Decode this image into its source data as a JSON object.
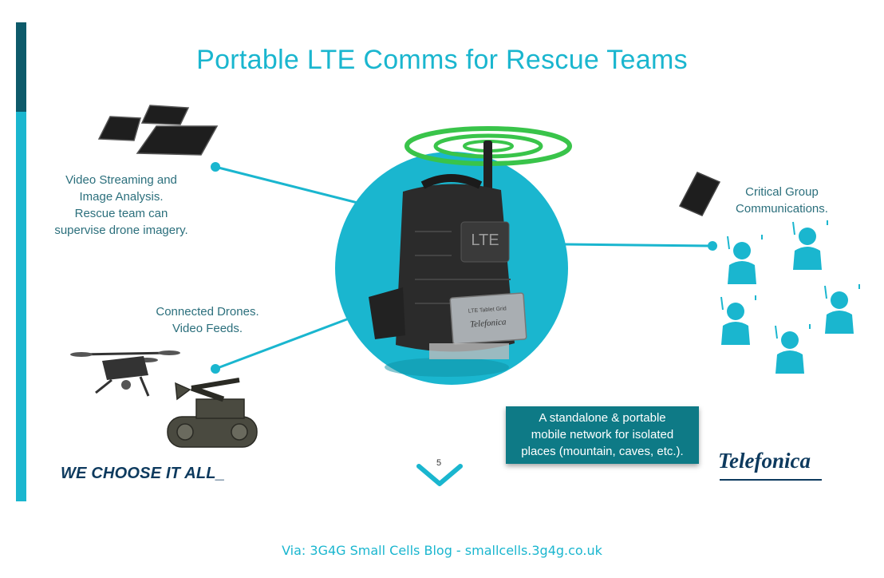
{
  "slide": {
    "title": "Portable LTE Comms for Rescue Teams",
    "video_text": [
      "Video Streaming and",
      "Image Analysis.",
      "Rescue team can",
      "supervise drone imagery."
    ],
    "drones_text": [
      "Connected Drones.",
      "Video Feeds."
    ],
    "critical_text": [
      "Critical Group",
      "Communications."
    ],
    "callout_text": [
      "A standalone & portable",
      "mobile network for isolated",
      "places (mountain, caves, etc.)."
    ],
    "tagline": "WE CHOOSE IT ALL_",
    "page_number": "5",
    "backpack_label": "LTE",
    "device_label": "Telefonica",
    "device_small_label": "LTE Tablet Grid",
    "logo": "Telefonica"
  },
  "footer": "Via: 3G4G Small Cells Blog - smallcells.3g4g.co.uk",
  "colors": {
    "accent": "#1ab6cf",
    "dark_teal": "#0d5a6a",
    "callout_bg": "#0e7a86",
    "navy": "#0d3a5e",
    "text": "#2b6f7c"
  }
}
